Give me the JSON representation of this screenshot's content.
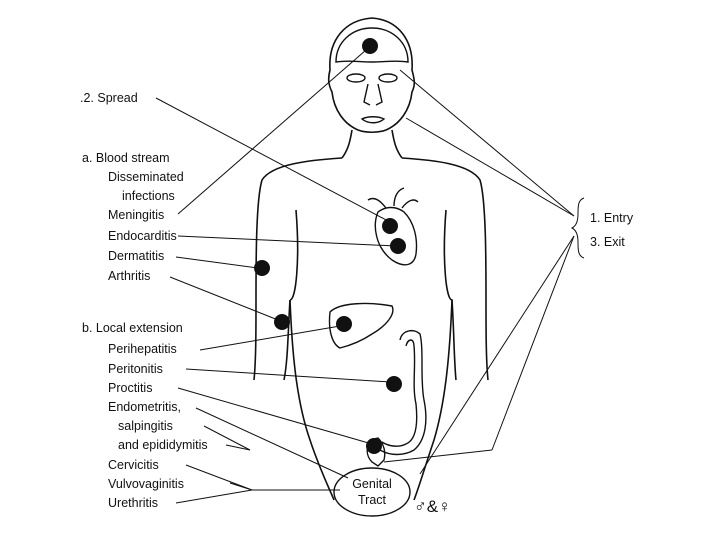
{
  "labels": {
    "spread": ".2. Spread",
    "blood_stream": "a. Blood stream",
    "disseminated_1": "Disseminated",
    "disseminated_2": "infections",
    "meningitis": "Meningitis",
    "endocarditis": "Endocarditis",
    "dermatitis": "Dermatitis",
    "arthritis": "Arthritis",
    "local_extension": "b. Local extension",
    "perihepatitis": "Perihepatitis",
    "peritonitis": "Peritonitis",
    "proctitis": "Proctitis",
    "endometritis_1": "Endometritis,",
    "endometritis_2": "salpingitis",
    "endometritis_3": "and epididymitis",
    "cervicitis": "Cervicitis",
    "vulvovaginitis": "Vulvovaginitis",
    "urethritis": "Urethritis",
    "entry": "1. Entry",
    "exit": "3. Exit",
    "genital_1": "Genital",
    "genital_2": "Tract",
    "sex_symbols": "♂&♀"
  }
}
